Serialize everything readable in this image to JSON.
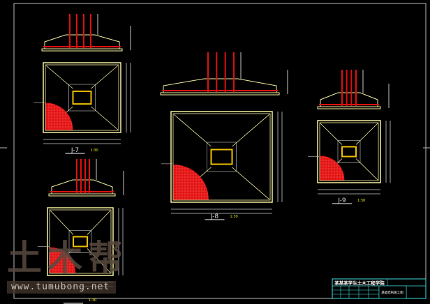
{
  "drawing": {
    "footings": [
      {
        "label": "J-7",
        "scale": "1:30"
      },
      {
        "label": "J-8",
        "scale": "1:30"
      },
      {
        "label": "J-9",
        "scale": "1:30"
      },
      {
        "label": "",
        "scale": "1:30"
      }
    ],
    "title_block": {
      "project": "某某某学生土木工程学院",
      "drawing_name": "基础结构施工图"
    },
    "colors": {
      "background": "#000000",
      "outline": "#f4f0a0",
      "rebar": "#e01010",
      "dims": "#c8c8c8",
      "title_block": "#40e0e0"
    }
  },
  "watermark": {
    "logo": "土木帮",
    "url": "www.tumubong.net"
  }
}
